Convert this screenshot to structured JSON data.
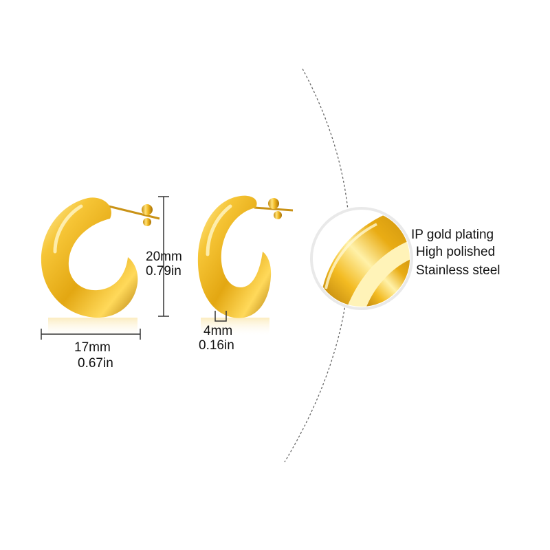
{
  "dimensions": {
    "height_mm": "20mm",
    "height_in": "0.79in",
    "width_mm": "17mm",
    "width_in": "0.67in",
    "thickness_mm": "4mm",
    "thickness_in": "0.16in"
  },
  "features": [
    {
      "label": "IP gold plating"
    },
    {
      "label": "High polished"
    },
    {
      "label": "Stainless steel"
    }
  ],
  "colors": {
    "gold_light": "#ffe27a",
    "gold_mid": "#f1b820",
    "gold_dark": "#b07a0a",
    "line": "#333333",
    "dashed_arc": "#666666"
  }
}
